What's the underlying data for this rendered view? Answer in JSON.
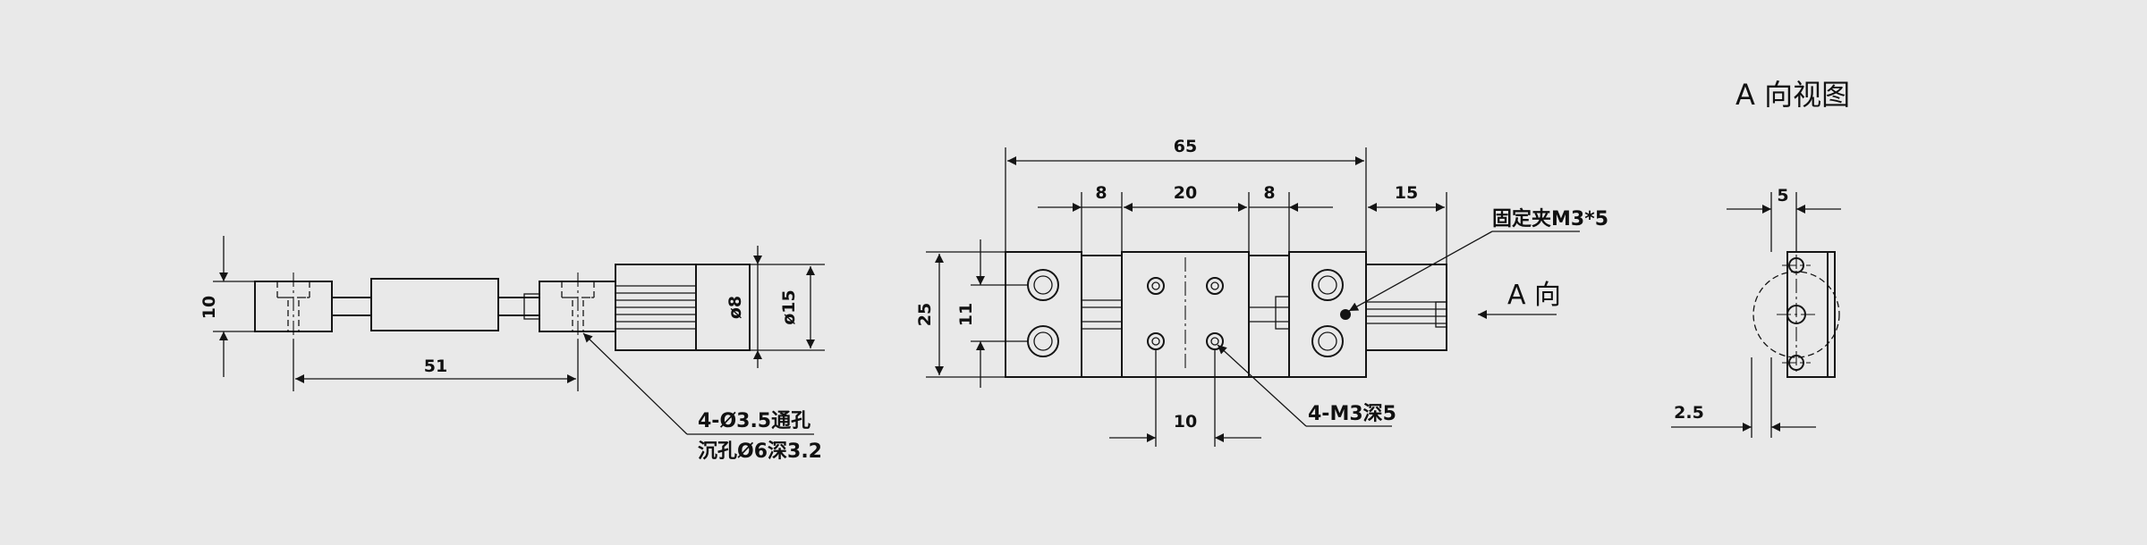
{
  "views": {
    "side": {
      "dim_height": "10",
      "dim_length": "51",
      "dim_dia_small": "ø8",
      "dim_dia_large": "ø15",
      "note_line1": "4-Ø3.5通孔",
      "note_line2": "沉孔Ø6深3.2"
    },
    "top": {
      "dim_total": "65",
      "dim_left": "8",
      "dim_middle": "20",
      "dim_right": "8",
      "dim_end": "15",
      "dim_height": "25",
      "dim_inner": "11",
      "dim_pitch": "10",
      "note_fix": "固定夹M3*5",
      "note_tap": "4-M3深5",
      "view_arrow_label": "A 向"
    },
    "end": {
      "title": "A 向视图",
      "dim_width": "5",
      "dim_offset": "2.5"
    }
  },
  "colors": {
    "background": "#e9e9e9",
    "line": "#151515"
  }
}
